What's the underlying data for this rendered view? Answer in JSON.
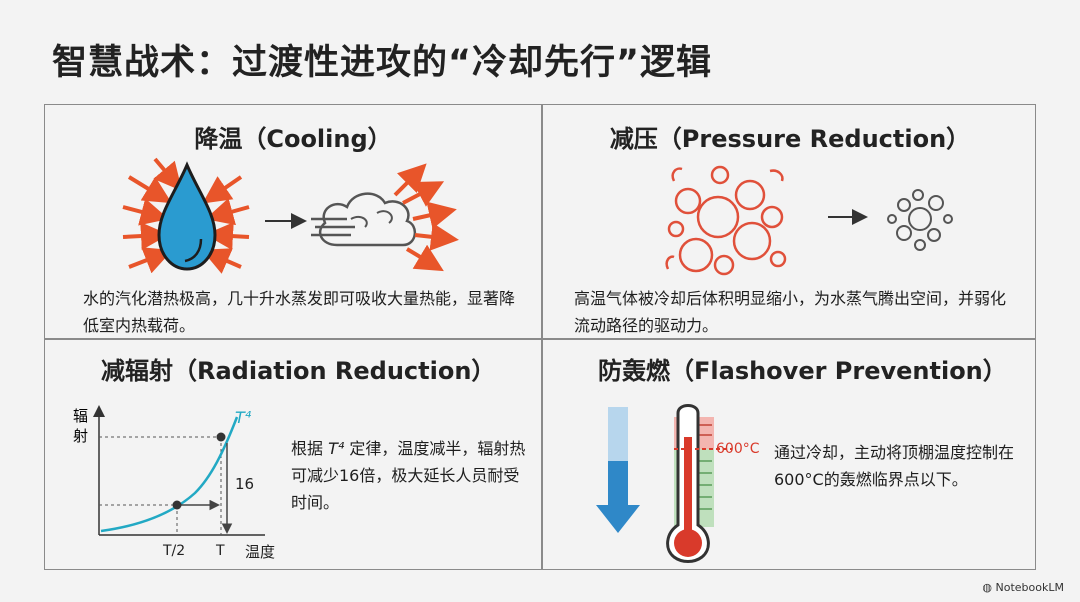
{
  "title": "智慧战术：过渡性进攻的“冷却先行”逻辑",
  "cells": {
    "cooling": {
      "title": "降温（Cooling）",
      "description": "水的汽化潜热极高，几十升水蒸发即可吸收大量热能，显著降低室内热载荷。"
    },
    "pressure": {
      "title": "减压（Pressure Reduction）",
      "description": "高温气体被冷却后体积明显缩小，为水蒸气腾出空间，并弱化流动路径的驱动力。"
    },
    "radiation": {
      "title": "减辐射（Radiation Reduction）",
      "description_prefix": "根据 ",
      "description_formula": "T⁴",
      "description_rest": " 定律，温度减半，辐射热可减少16倍，极大延长人员耐受时间。",
      "chart": {
        "y_label": "辐射",
        "x_label": "温度",
        "curve_label": "T⁴",
        "tick_half": "T/2",
        "tick_full": "T",
        "ratio_label": "16"
      }
    },
    "flashover": {
      "title": "防轰燃（Flashover Prevention）",
      "description": "通过冷却，主动将顶棚温度控制在600°C的轰燃临界点以下。",
      "threshold_label": "600°C"
    }
  },
  "colors": {
    "arrow_orange": "#e8552a",
    "water_blue": "#2a9bd0",
    "curve_teal": "#22a9c4",
    "bubble_red": "#e0503a",
    "thermo_red": "#d93a2b",
    "zone_red": "#f3b5b0",
    "zone_green": "#bfe0bd",
    "down_arrow_blue": "#2f88c8"
  },
  "footer": "NotebookLM"
}
